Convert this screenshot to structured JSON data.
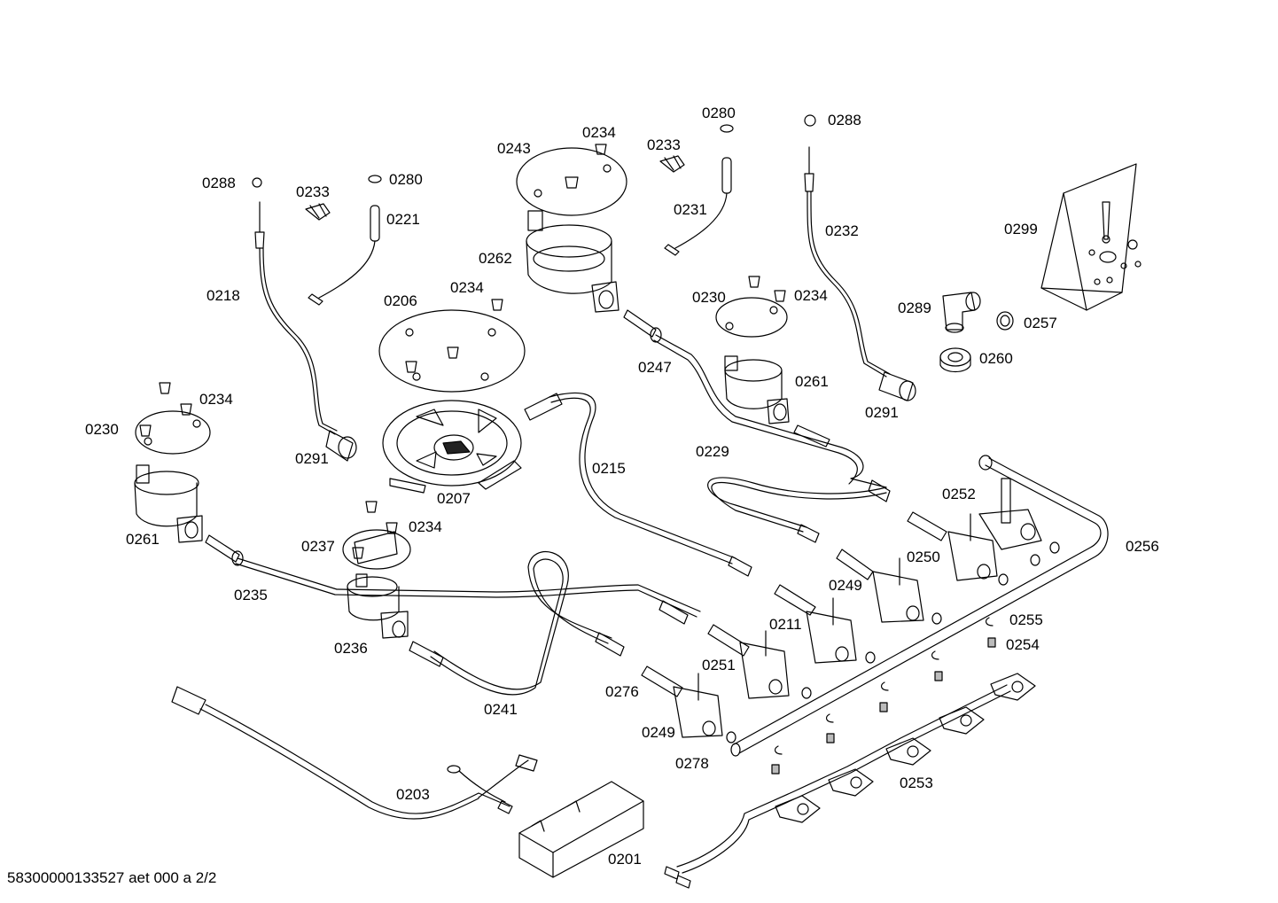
{
  "footer_text": "58300000133527 aet 000 a 2/2",
  "part_labels": [
    {
      "id": "l-0288a",
      "text": "0288"
    },
    {
      "id": "l-0233a",
      "text": "0233"
    },
    {
      "id": "l-0280a",
      "text": "0280"
    },
    {
      "id": "l-0221",
      "text": "0221"
    },
    {
      "id": "l-0218",
      "text": "0218"
    },
    {
      "id": "l-0206",
      "text": "0206"
    },
    {
      "id": "l-0234a",
      "text": "0234"
    },
    {
      "id": "l-0243",
      "text": "0243"
    },
    {
      "id": "l-0234b",
      "text": "0234"
    },
    {
      "id": "l-0233b",
      "text": "0233"
    },
    {
      "id": "l-0280b",
      "text": "0280"
    },
    {
      "id": "l-0231",
      "text": "0231"
    },
    {
      "id": "l-0288b",
      "text": "0288"
    },
    {
      "id": "l-0232",
      "text": "0232"
    },
    {
      "id": "l-0299",
      "text": "0299"
    },
    {
      "id": "l-0262",
      "text": "0262"
    },
    {
      "id": "l-0230a",
      "text": "0230"
    },
    {
      "id": "l-0234c",
      "text": "0234"
    },
    {
      "id": "l-0289",
      "text": "0289"
    },
    {
      "id": "l-0257",
      "text": "0257"
    },
    {
      "id": "l-0260",
      "text": "0260"
    },
    {
      "id": "l-0247",
      "text": "0247"
    },
    {
      "id": "l-0261a",
      "text": "0261"
    },
    {
      "id": "l-0291a",
      "text": "0291"
    },
    {
      "id": "l-0234d",
      "text": "0234"
    },
    {
      "id": "l-0230b",
      "text": "0230"
    },
    {
      "id": "l-0291b",
      "text": "0291"
    },
    {
      "id": "l-0229",
      "text": "0229"
    },
    {
      "id": "l-0215",
      "text": "0215"
    },
    {
      "id": "l-0207",
      "text": "0207"
    },
    {
      "id": "l-0252",
      "text": "0252"
    },
    {
      "id": "l-0256",
      "text": "0256"
    },
    {
      "id": "l-0261b",
      "text": "0261"
    },
    {
      "id": "l-0234e",
      "text": "0234"
    },
    {
      "id": "l-0237",
      "text": "0237"
    },
    {
      "id": "l-0250",
      "text": "0250"
    },
    {
      "id": "l-0249a",
      "text": "0249"
    },
    {
      "id": "l-0235",
      "text": "0235"
    },
    {
      "id": "l-0211",
      "text": "0211"
    },
    {
      "id": "l-0255",
      "text": "0255"
    },
    {
      "id": "l-0254",
      "text": "0254"
    },
    {
      "id": "l-0236",
      "text": "0236"
    },
    {
      "id": "l-0251",
      "text": "0251"
    },
    {
      "id": "l-0276",
      "text": "0276"
    },
    {
      "id": "l-0241",
      "text": "0241"
    },
    {
      "id": "l-0249b",
      "text": "0249"
    },
    {
      "id": "l-0278",
      "text": "0278"
    },
    {
      "id": "l-0253",
      "text": "0253"
    },
    {
      "id": "l-0203",
      "text": "0203"
    },
    {
      "id": "l-0201",
      "text": "0201"
    }
  ]
}
